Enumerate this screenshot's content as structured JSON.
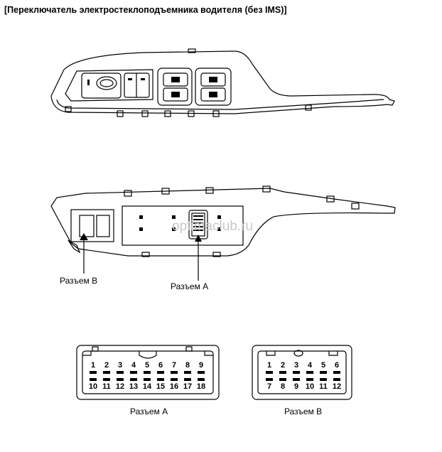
{
  "title": "[Переключатель электростеклоподъемника водителя (без IMS)]",
  "watermark": "optimaclub.ru",
  "callouts": {
    "connector_b": "Разъем B",
    "connector_a": "Разъем A"
  },
  "connector_a": {
    "caption": "Разъем A",
    "top_row": [
      "1",
      "2",
      "3",
      "4",
      "5",
      "6",
      "7",
      "8",
      "9"
    ],
    "bottom_row": [
      "10",
      "11",
      "12",
      "13",
      "14",
      "15",
      "16",
      "17",
      "18"
    ]
  },
  "connector_b": {
    "caption": "Разъем B",
    "top_row": [
      "1",
      "2",
      "3",
      "4",
      "5",
      "6"
    ],
    "bottom_row": [
      "7",
      "8",
      "9",
      "10",
      "11",
      "12"
    ]
  }
}
